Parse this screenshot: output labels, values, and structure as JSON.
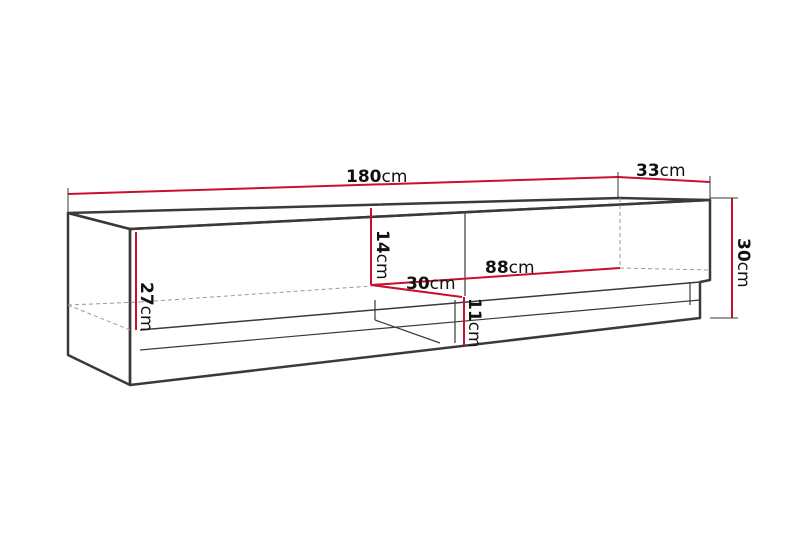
{
  "colors": {
    "outline": "#3a3a3a",
    "dimension_line": "#c8102e",
    "hidden_line": "#9a9a9a"
  },
  "dimensions": {
    "width": {
      "value": "180",
      "unit": "cm"
    },
    "depth": {
      "value": "33",
      "unit": "cm"
    },
    "height": {
      "value": "30",
      "unit": "cm"
    },
    "inner_height": {
      "value": "27",
      "unit": "cm"
    },
    "compartment_height": {
      "value": "14",
      "unit": "cm"
    },
    "compartment_depth": {
      "value": "30",
      "unit": "cm"
    },
    "compartment_width": {
      "value": "88",
      "unit": "cm"
    },
    "shelf_height": {
      "value": "11",
      "unit": "cm"
    }
  }
}
